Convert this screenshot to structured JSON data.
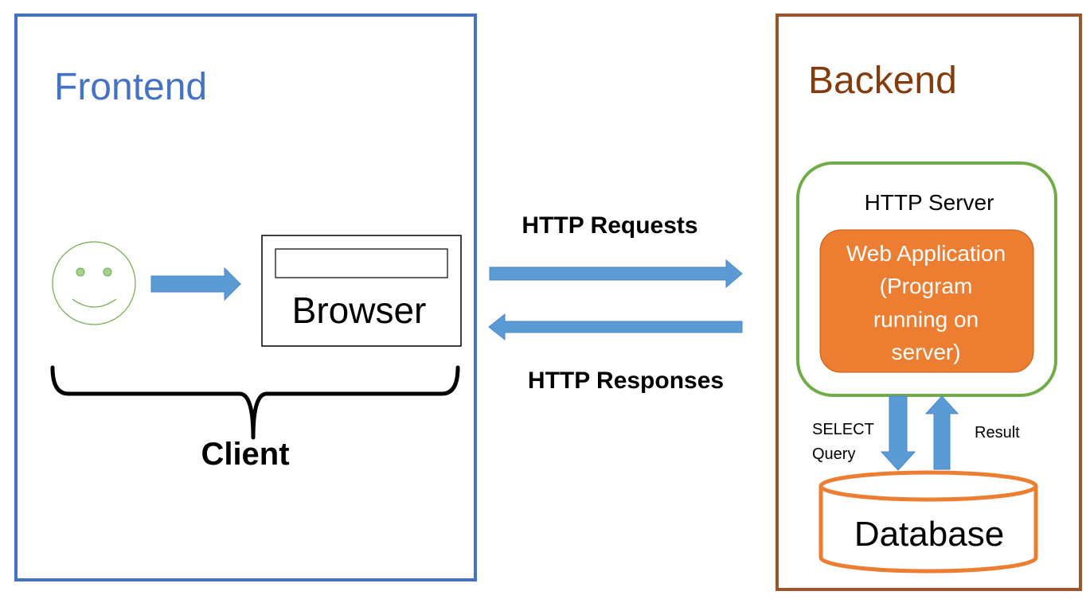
{
  "frontend": {
    "title": "Frontend",
    "color": "#4472C4"
  },
  "client": {
    "label": "Client",
    "browser_label": "Browser",
    "user_icon": "smiley-face-icon"
  },
  "http": {
    "requests_label": "HTTP Requests",
    "responses_label": "HTTP Responses",
    "arrow_color": "#5B9BD5"
  },
  "backend": {
    "title": "Backend",
    "color": "#A0522D",
    "server": {
      "label": "HTTP Server",
      "border_color": "#70AD47",
      "app_lines": [
        "Web Application",
        "(Program",
        "running on",
        "server)"
      ],
      "app_color": "#ED7D31"
    },
    "query_label_lines": [
      "SELECT",
      "Query"
    ],
    "result_label": "Result",
    "database": {
      "label": "Database",
      "color": "#ED7D31"
    }
  }
}
